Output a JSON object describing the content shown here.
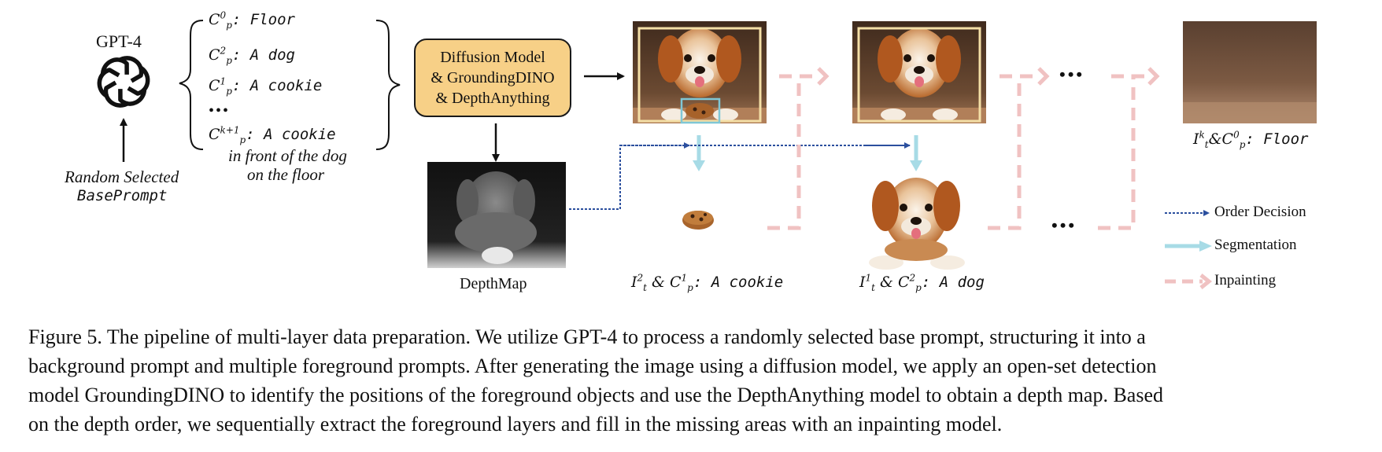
{
  "gpt": {
    "title": "GPT-4",
    "base_prompt_line1": "Random Selected",
    "base_prompt_line2": "BasePrompt"
  },
  "prompts": {
    "c0_sym": "C",
    "c0_sup": "0",
    "c0_sub": "p",
    "c0_text": ": Floor",
    "c2_sym": "C",
    "c2_sup": "2",
    "c2_sub": "p",
    "c2_text": ": A dog",
    "c1_sym": "C",
    "c1_sup": "1",
    "c1_sub": "p",
    "c1_text": ": A cookie",
    "ellipsis": "•••",
    "ck_sym": "C",
    "ck_sup": "k+1",
    "ck_sub": "p",
    "ck_text": ": A cookie",
    "ck_line2": "in front of the dog",
    "ck_line3": "on the floor"
  },
  "model_box": {
    "line1": "Diffusion Model",
    "line2": "& GroundingDINO",
    "line3": "& DepthAnything"
  },
  "labels": {
    "depthmap": "DepthMap",
    "cookie_layer": {
      "i_sym": "I",
      "i_sup": "2",
      "i_sub": "t",
      "amp": " & ",
      "c_sym": "C",
      "c_sup": "1",
      "c_sub": "p",
      "text": ": A cookie"
    },
    "dog_layer": {
      "i_sym": "I",
      "i_sup": "1",
      "i_sub": "t",
      "amp": " & ",
      "c_sym": "C",
      "c_sup": "2",
      "c_sub": "p",
      "text": ": A dog"
    },
    "floor_layer": {
      "i_sym": "I",
      "i_sup": "k",
      "i_sub": "t",
      "amp": "&",
      "c_sym": "C",
      "c_sup": "0",
      "c_sub": "p",
      "text": ": Floor"
    },
    "dots_top": "•••",
    "dots_bottom": "•••"
  },
  "legend": {
    "order": "Order Decision",
    "segmentation": "Segmentation",
    "inpainting": "Inpainting"
  },
  "caption": {
    "line1": "Figure 5. The pipeline of multi-layer data preparation. We utilize GPT-4 to process a randomly selected base prompt, structuring it into a",
    "line2": "background prompt and multiple foreground prompts. After generating the image using a diffusion model, we apply an open-set detection",
    "line3": "model GroundingDINO to identify the positions of the foreground objects and use the DepthAnything model to obtain a depth map. Based",
    "line4": "on the depth order, we sequentially extract the foreground layers and fill in the missing areas with an inpainting model."
  },
  "colors": {
    "model_box": "#f7d087",
    "order_arrow": "#2b4f9e",
    "segmentation_arrow": "#a7dbe6",
    "inpainting_arrow": "#f0c2c2"
  }
}
